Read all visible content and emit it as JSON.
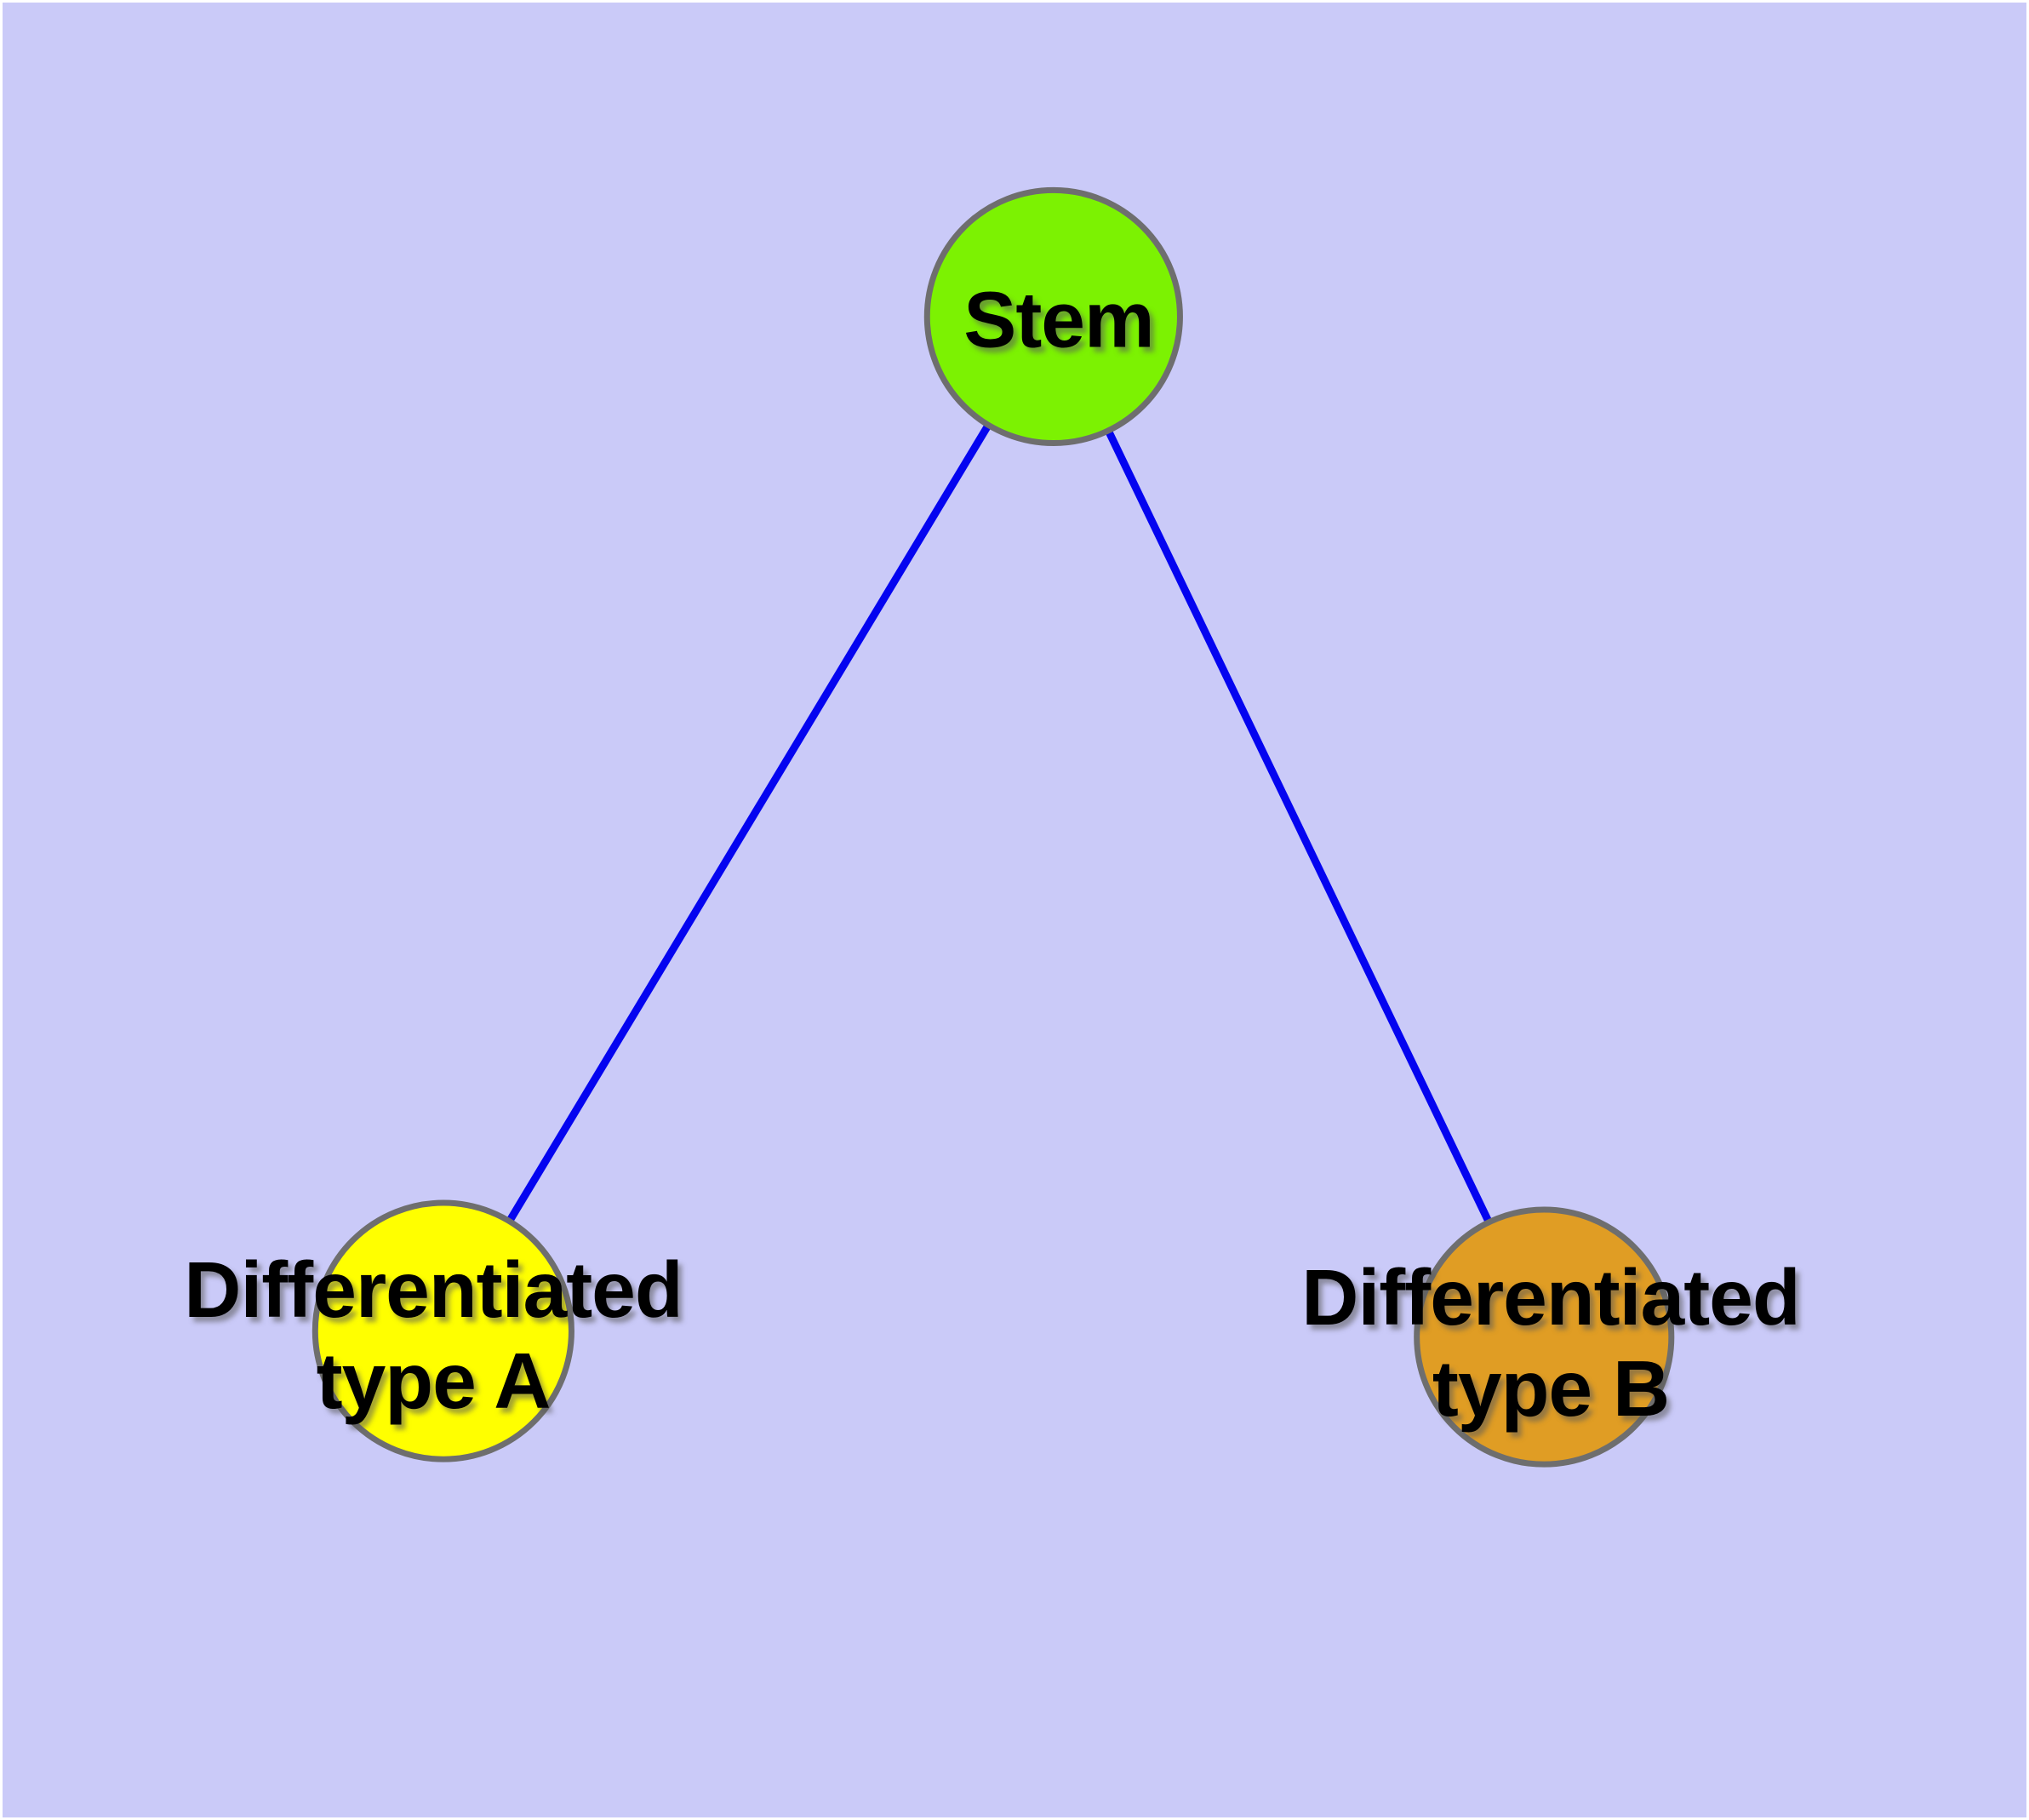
{
  "diagram": {
    "type": "node-link-graph",
    "background_color": "#cacaf8",
    "edge_color": "#0404f0",
    "node_border_color": "#6e6e6e",
    "label_color": "#000000",
    "nodes": [
      {
        "id": "stem",
        "label": "Stem",
        "fill_color": "#7cf202"
      },
      {
        "id": "differentiated-type-a",
        "label": "Differentiated\ntype A",
        "fill_color": "#ffff00"
      },
      {
        "id": "differentiated-type-b",
        "label": "Differentiated\ntype B",
        "fill_color": "#e09d24"
      }
    ],
    "edges": [
      {
        "from": "stem",
        "to": "differentiated-type-a"
      },
      {
        "from": "stem",
        "to": "differentiated-type-b"
      }
    ]
  }
}
